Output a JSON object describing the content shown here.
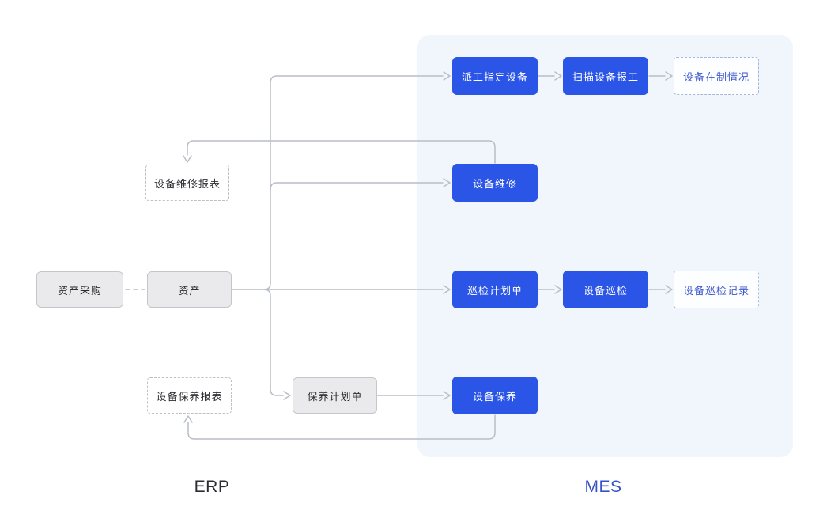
{
  "lanes": {
    "erp_label": "ERP",
    "mes_label": "MES"
  },
  "nodes": {
    "asset_purchase": {
      "label": "资产采购",
      "system": "ERP",
      "style": "solid-gray"
    },
    "asset": {
      "label": "资产",
      "system": "ERP",
      "style": "solid-gray"
    },
    "repair_report": {
      "label": "设备维修报表",
      "system": "ERP",
      "style": "dashed-gray"
    },
    "maintenance_report": {
      "label": "设备保养报表",
      "system": "ERP",
      "style": "dashed-gray"
    },
    "maintenance_plan": {
      "label": "保养计划单",
      "system": "ERP",
      "style": "solid-gray"
    },
    "dispatch": {
      "label": "派工指定设备",
      "system": "MES",
      "style": "solid-blue"
    },
    "scan_report": {
      "label": "扫描设备报工",
      "system": "MES",
      "style": "solid-blue"
    },
    "wip_status": {
      "label": "设备在制情况",
      "system": "MES",
      "style": "dashed-blue"
    },
    "repair": {
      "label": "设备维修",
      "system": "MES",
      "style": "solid-blue"
    },
    "inspection_plan": {
      "label": "巡检计划单",
      "system": "MES",
      "style": "solid-blue"
    },
    "inspection": {
      "label": "设备巡检",
      "system": "MES",
      "style": "solid-blue"
    },
    "inspection_record": {
      "label": "设备巡检记录",
      "system": "MES",
      "style": "dashed-blue"
    },
    "maintenance": {
      "label": "设备保养",
      "system": "MES",
      "style": "solid-blue"
    }
  },
  "edges": [
    {
      "from": "asset_purchase",
      "to": "asset",
      "style": "dashed",
      "arrow": false
    },
    {
      "from": "asset",
      "to": "dispatch",
      "style": "solid",
      "arrow": true
    },
    {
      "from": "asset",
      "to": "repair",
      "style": "solid",
      "arrow": true
    },
    {
      "from": "asset",
      "to": "inspection_plan",
      "style": "solid",
      "arrow": true
    },
    {
      "from": "asset",
      "to": "maintenance_plan",
      "style": "solid",
      "arrow": true
    },
    {
      "from": "maintenance_plan",
      "to": "maintenance",
      "style": "solid",
      "arrow": true
    },
    {
      "from": "dispatch",
      "to": "scan_report",
      "style": "solid",
      "arrow": true
    },
    {
      "from": "scan_report",
      "to": "wip_status",
      "style": "solid",
      "arrow": true
    },
    {
      "from": "inspection_plan",
      "to": "inspection",
      "style": "solid",
      "arrow": true
    },
    {
      "from": "inspection",
      "to": "inspection_record",
      "style": "solid",
      "arrow": true
    },
    {
      "from": "repair",
      "to": "repair_report",
      "style": "solid",
      "arrow": true
    },
    {
      "from": "maintenance",
      "to": "maintenance_report",
      "style": "solid",
      "arrow": true
    }
  ],
  "colors": {
    "node_blue_bg": "#2B55E6",
    "node_blue_text": "#FFFFFF",
    "node_gray_bg": "#EAEAEC",
    "node_gray_border": "#C6C6CA",
    "node_text_dark": "#2E2E33",
    "dashed_blue_border": "#A6B4DE",
    "dashed_blue_text": "#3D57CC",
    "dashed_gray_border": "#BFBFC4",
    "mes_panel_bg": "#F1F5FC",
    "connector_line": "#B9BDC5",
    "erp_label_color": "#2D2D31",
    "mes_label_color": "#3552C8"
  }
}
